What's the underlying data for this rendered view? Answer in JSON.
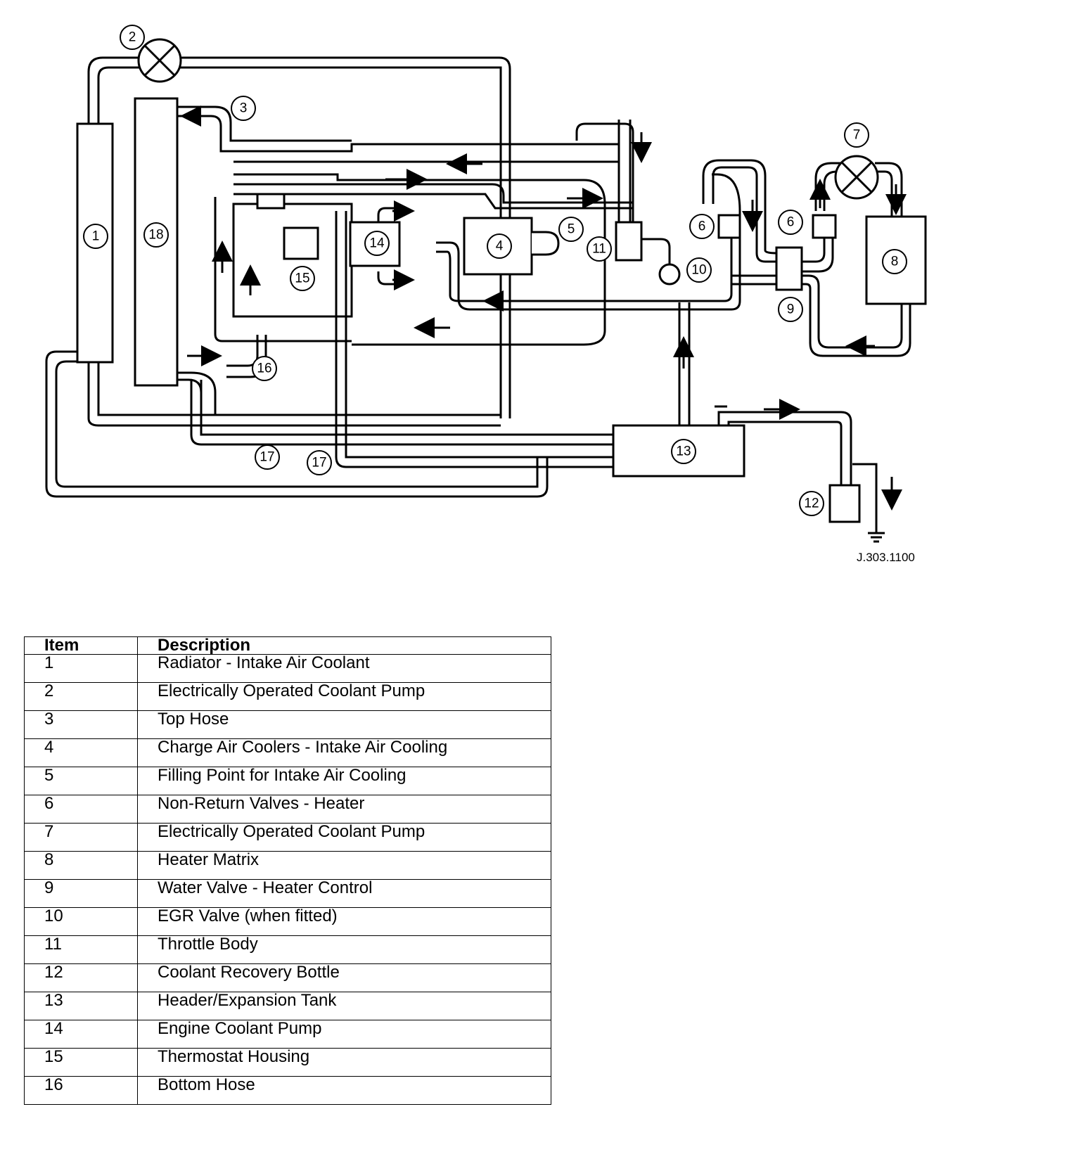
{
  "diagram": {
    "reference": "J.303.1100",
    "callouts": [
      "1",
      "2",
      "3",
      "4",
      "5",
      "6",
      "6",
      "7",
      "8",
      "9",
      "10",
      "11",
      "12",
      "13",
      "14",
      "15",
      "16",
      "17",
      "17",
      "18"
    ]
  },
  "legend": {
    "headers": {
      "item": "Item",
      "description": "Description"
    },
    "rows": [
      {
        "item": "1",
        "description": "Radiator - Intake Air Coolant"
      },
      {
        "item": "2",
        "description": "Electrically Operated Coolant Pump"
      },
      {
        "item": "3",
        "description": "Top Hose"
      },
      {
        "item": "4",
        "description": "Charge Air Coolers - Intake Air Cooling"
      },
      {
        "item": "5",
        "description": "Filling Point for Intake Air Cooling"
      },
      {
        "item": "6",
        "description": "Non-Return Valves - Heater"
      },
      {
        "item": "7",
        "description": "Electrically Operated Coolant Pump"
      },
      {
        "item": "8",
        "description": "Heater Matrix"
      },
      {
        "item": "9",
        "description": "Water Valve - Heater Control"
      },
      {
        "item": "10",
        "description": "EGR Valve (when fitted)"
      },
      {
        "item": "11",
        "description": "Throttle Body"
      },
      {
        "item": "12",
        "description": "Coolant Recovery Bottle"
      },
      {
        "item": "13",
        "description": "Header/Expansion Tank"
      },
      {
        "item": "14",
        "description": "Engine Coolant Pump"
      },
      {
        "item": "15",
        "description": "Thermostat Housing"
      },
      {
        "item": "16",
        "description": "Bottom Hose"
      }
    ]
  }
}
